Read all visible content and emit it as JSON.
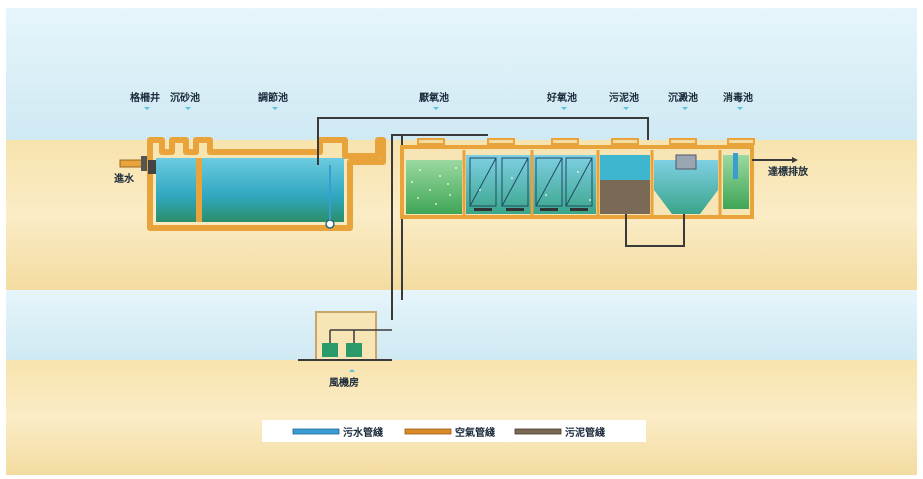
{
  "labels": {
    "grille_well": "格柵井",
    "grit_tank": "沉砂池",
    "equalization_tank": "調節池",
    "anoxic_tank": "厭氧池",
    "aerobic_tank": "好氧池",
    "sludge_tank": "污泥池",
    "settling_tank": "沉澱池",
    "disinfection_tank": "消毒池",
    "inlet": "進水",
    "outlet": "達標排放",
    "blower_room": "風機房"
  },
  "legend": {
    "sewage": "污水管綫",
    "air": "空氣管綫",
    "sludge": "污泥管綫"
  },
  "colors": {
    "sky": "#d8eef6",
    "ground": "#f3dfa8",
    "tank_wall": "#e8a33a",
    "water": "#3fb6d0",
    "pipe_sewage": "#3a9cd0",
    "pipe_air": "#d98a2a",
    "pipe_sludge": "#7a6a55"
  }
}
